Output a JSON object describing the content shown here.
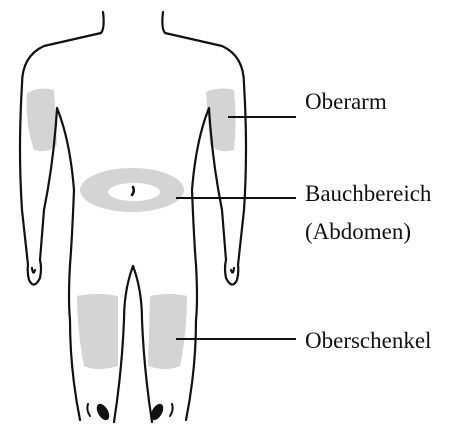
{
  "labels": {
    "upper_arm": "Oberarm",
    "abdomen_line1": "Bauchbereich",
    "abdomen_line2": "(Abdomen)",
    "thigh": "Oberschenkel"
  },
  "colors": {
    "outline": "#111111",
    "injection_zone": "#d4d4d4",
    "background": "#ffffff"
  }
}
